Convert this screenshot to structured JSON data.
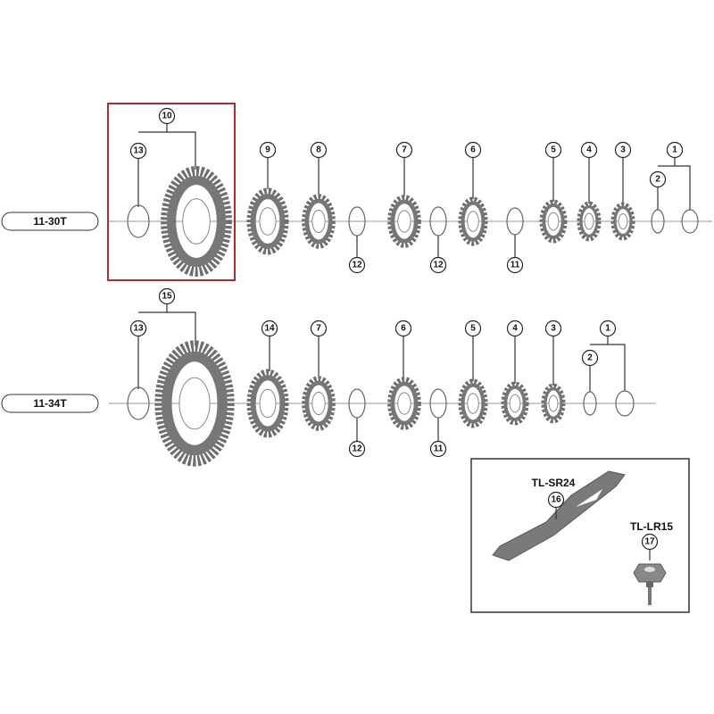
{
  "rows": [
    {
      "label": "11-30T",
      "callouts": [
        "10",
        "13",
        "9",
        "8",
        "7",
        "6",
        "5",
        "4",
        "3",
        "1",
        "2",
        "12",
        "12",
        "11"
      ]
    },
    {
      "label": "11-34T",
      "callouts": [
        "15",
        "13",
        "14",
        "7",
        "6",
        "5",
        "4",
        "3",
        "1",
        "2",
        "12",
        "11"
      ]
    }
  ],
  "tools": {
    "sr24_label": "TL-SR24",
    "sr24_num": "16",
    "lr15_label": "TL-LR15",
    "lr15_num": "17"
  },
  "colors": {
    "highlight": "#b02a2a",
    "part": "#6e6e6e"
  }
}
